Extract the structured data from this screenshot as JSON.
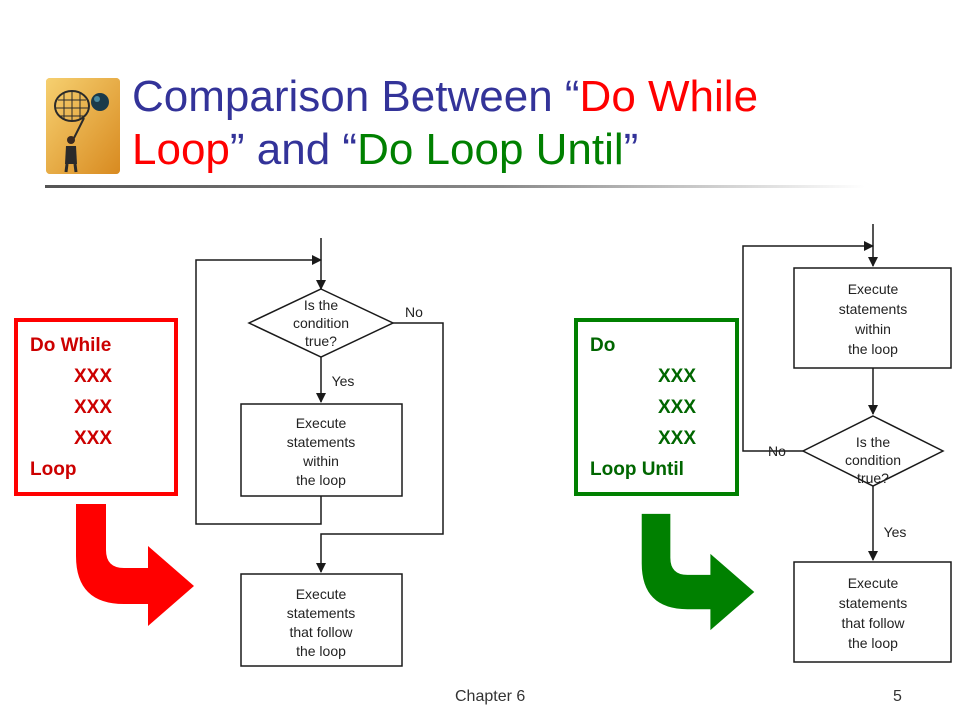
{
  "title": {
    "part1": "Comparison Between “",
    "do_while_line1": "Do While",
    "do_while_line2": "Loop",
    "part2": "” and “",
    "do_loop_until": "Do Loop Until",
    "part3": "”"
  },
  "left_code": {
    "lines": [
      "Do While",
      "XXX",
      "XXX",
      "XXX",
      "Loop"
    ]
  },
  "right_code": {
    "lines": [
      "Do",
      "XXX",
      "XXX",
      "XXX",
      "Loop Until"
    ]
  },
  "left_flow": {
    "decision": [
      "Is the",
      "condition",
      "true?"
    ],
    "no_label": "No",
    "yes_label": "Yes",
    "process": [
      "Execute",
      "statements",
      "within",
      "the loop"
    ],
    "exit": [
      "Execute",
      "statements",
      "that follow",
      "the loop"
    ]
  },
  "right_flow": {
    "process": [
      "Execute",
      "statements",
      "within",
      "the loop"
    ],
    "decision": [
      "Is the",
      "condition",
      "true?"
    ],
    "no_label": "No",
    "yes_label": "Yes",
    "exit": [
      "Execute",
      "statements",
      "that follow",
      "the loop"
    ]
  },
  "colors": {
    "title": "#333399",
    "left_accent": "#ff0000",
    "right_accent": "#008000"
  },
  "icons": [
    "businessman-net-clipart-icon",
    "curved-down-right-arrow-icon"
  ],
  "footer": {
    "chapter": "Chapter 6",
    "page": "5"
  }
}
